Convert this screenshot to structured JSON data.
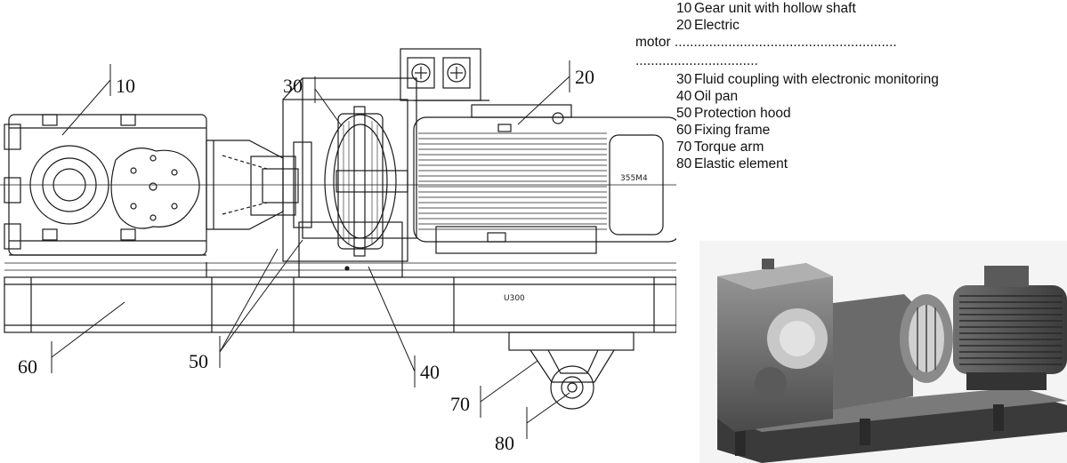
{
  "callouts": {
    "c10": "10",
    "c20": "20",
    "c30": "30",
    "c40": "40",
    "c50": "50",
    "c60": "60",
    "c70": "70",
    "c80": "80"
  },
  "plates": {
    "motor_plate": "355M4",
    "frame_plate": "U300"
  },
  "legend": {
    "items": [
      {
        "num": "10",
        "text": "Gear unit with hollow shaft"
      },
      {
        "num": "20",
        "text": "Electric"
      },
      {
        "num": "30",
        "text": "Fluid coupling with electronic monitoring"
      },
      {
        "num": "40",
        "text": "Oil pan"
      },
      {
        "num": "50",
        "text": "Protection hood"
      },
      {
        "num": "60",
        "text": "Fixing frame"
      },
      {
        "num": "70",
        "text": "Torque arm"
      },
      {
        "num": "80",
        "text": "Elastic element"
      }
    ],
    "motor_continuation": "motor ..........................................................",
    "dots_line": "................................"
  },
  "colors": {
    "line": "#1a1a1a",
    "photo_dark": "#3a3a3a",
    "photo_mid": "#7a7a7a",
    "photo_light": "#c8c8c8"
  }
}
